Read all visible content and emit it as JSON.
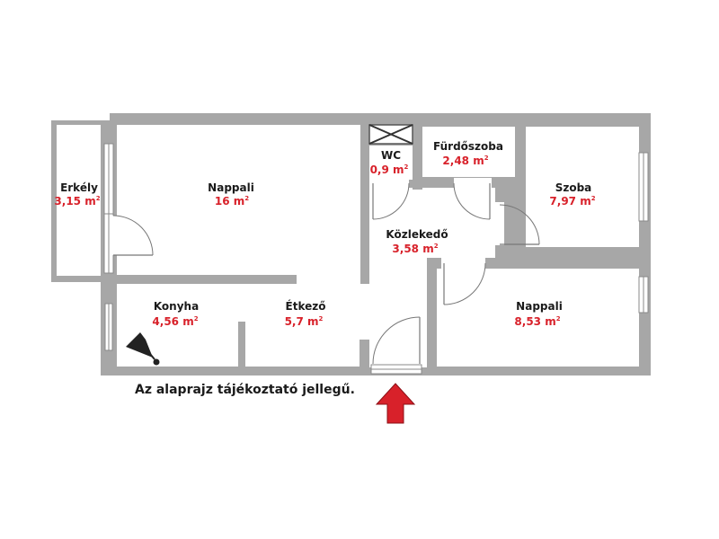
{
  "rooms": {
    "erkely": {
      "name": "Erkély",
      "area": "3,15 m",
      "unit_sup": "2"
    },
    "nappali1": {
      "name": "Nappali",
      "area": "16 m",
      "unit_sup": "2"
    },
    "wc": {
      "name": "WC",
      "area": "0,9 m",
      "unit_sup": "2"
    },
    "furdo": {
      "name": "Fürdőszoba",
      "area": "2,48 m",
      "unit_sup": "2"
    },
    "szoba": {
      "name": "Szoba",
      "area": "7,97 m",
      "unit_sup": "2"
    },
    "kozlekedo": {
      "name": "Közlekedő",
      "area": "3,58 m",
      "unit_sup": "2"
    },
    "konyha": {
      "name": "Konyha",
      "area": "4,56 m",
      "unit_sup": "2"
    },
    "etkezo": {
      "name": "Étkező",
      "area": "5,7 m",
      "unit_sup": "2"
    },
    "nappali2": {
      "name": "Nappali",
      "area": "8,53 m",
      "unit_sup": "2"
    }
  },
  "note": "Az alaprajz tájékoztató jellegű.",
  "colors": {
    "wall": "#a7a7a7",
    "area_text": "#d8212a",
    "arrow": "#d8212a"
  }
}
